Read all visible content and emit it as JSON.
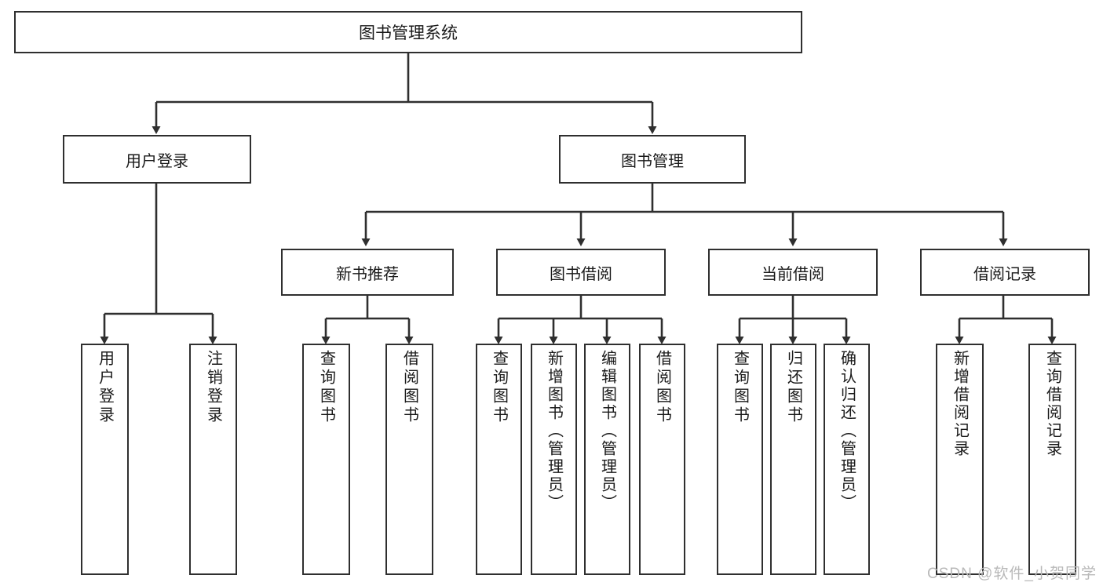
{
  "diagram": {
    "title": "图书管理系统",
    "type": "functional-structure-tree",
    "root": {
      "id": "root",
      "label": "图书管理系统"
    },
    "level1": [
      {
        "id": "user-login",
        "label": "用户登录"
      },
      {
        "id": "book-manage",
        "label": "图书管理"
      }
    ],
    "level2": [
      {
        "id": "new-book-recommend",
        "label": "新书推荐",
        "parent": "book-manage"
      },
      {
        "id": "book-borrow",
        "label": "图书借阅",
        "parent": "book-manage"
      },
      {
        "id": "current-borrow",
        "label": "当前借阅",
        "parent": "book-manage"
      },
      {
        "id": "borrow-record",
        "label": "借阅记录",
        "parent": "book-manage"
      }
    ],
    "leaves": [
      {
        "id": "leaf-user-login",
        "label": "用户登录",
        "parent": "user-login"
      },
      {
        "id": "leaf-user-logout",
        "label": "注销登录",
        "parent": "user-login"
      },
      {
        "id": "leaf-query-book-1",
        "label": "查询图书",
        "parent": "new-book-recommend"
      },
      {
        "id": "leaf-borrow-book-1",
        "label": "借阅图书",
        "parent": "new-book-recommend"
      },
      {
        "id": "leaf-query-book-2",
        "label": "查询图书",
        "parent": "book-borrow"
      },
      {
        "id": "leaf-add-book",
        "label": "新增图书（管理员）",
        "parent": "book-borrow"
      },
      {
        "id": "leaf-edit-book",
        "label": "编辑图书（管理员）",
        "parent": "book-borrow"
      },
      {
        "id": "leaf-borrow-book-2",
        "label": "借阅图书",
        "parent": "book-borrow"
      },
      {
        "id": "leaf-query-book-3",
        "label": "查询图书",
        "parent": "current-borrow"
      },
      {
        "id": "leaf-return-book",
        "label": "归还图书",
        "parent": "current-borrow"
      },
      {
        "id": "leaf-confirm-return",
        "label": "确认归还（管理员）",
        "parent": "current-borrow"
      },
      {
        "id": "leaf-add-record",
        "label": "新增借阅记录",
        "parent": "borrow-record"
      },
      {
        "id": "leaf-query-record",
        "label": "查询借阅记录",
        "parent": "borrow-record"
      }
    ],
    "colors": {
      "box_border": "#2f2f2f",
      "box_fill": "#ffffff",
      "connector": "#2f2f2f",
      "text": "#1a1a1a",
      "watermark": "#b9b9b9"
    }
  },
  "watermark": {
    "text": "CSDN @软件_小贺同学"
  }
}
